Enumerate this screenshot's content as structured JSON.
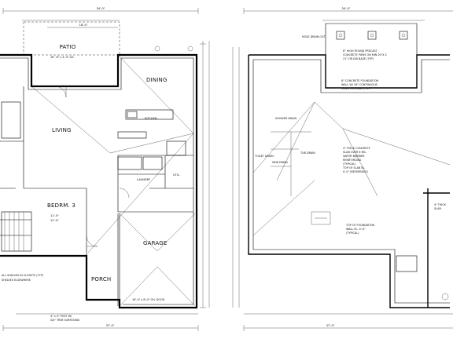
{
  "floor_plan": {
    "rooms": {
      "patio": "PATIO",
      "dining": "DINING",
      "living": "LIVING",
      "kitchen": "KITCHEN",
      "bedroom3": "BEDRM. 3",
      "laundry": "LAUNDRY",
      "util": "UTIL.",
      "garage": "GARAGE",
      "porch": "PORCH"
    },
    "dimensions": {
      "overall_top": "54'-0\"",
      "patio_width": "18'-0\"",
      "overall_bottom": "37'-0\"",
      "bed3_w": "11'-0\"",
      "bed3_h": "12'-0\""
    },
    "notes": {
      "closet_note_1": "ALL SHELVES IN CLOSETS (TYP)",
      "closet_note_2": "SHELVES ELSEWHERE",
      "porch_note_1": "4\" x 4\" POST W/",
      "porch_note_2": "S/4\" TRIM SURROUND",
      "garage_door": "16'-0\" x 8'-0\" OH. DOOR"
    }
  },
  "foundation_plan": {
    "overall_top": "54'-0\"",
    "overall_bottom": "37'-0\"",
    "notes": {
      "pier_1": "8\" HIGH ROUND PRECAST",
      "pier_2": "CONCRETE PIERS ON MIN 20\"X 2",
      "pier_3": "21\" OR DIA BASE (TYP)",
      "wall_1": "8\" CONCRETE FOUNDATION",
      "wall_2": "WALL W/ 16\" CONTINUOUS",
      "wall_3": "CONC FOOTING (TYP)",
      "slab_1": "4\" THICK CONCRETE",
      "slab_2": "SLAB OVER 6 MIL",
      "slab_3": "VAPOR BARRIER",
      "slab_4": "REINFORCING",
      "slab_5": "(TYPICAL)",
      "slab_6": "TOP OF SLAB EL.",
      "slab_7": "0'-0\" (REFERENCE)",
      "top_fnd_1": "TOP OF FOUNDATION",
      "top_fnd_2": "WALL EL. 0'-0\"",
      "top_fnd_3": "(TYPICAL)",
      "garage_slab_1": "4\" THICK",
      "garage_slab_2": "SLAB",
      "toilet_drain": "TOILET DRAIN",
      "shower_drain": "SHOWER DRAIN",
      "tub_drain": "TUB DRAIN",
      "sink_drain": "SINK DRAIN",
      "hose_drain": "HOSE DRAIN OUT"
    }
  }
}
